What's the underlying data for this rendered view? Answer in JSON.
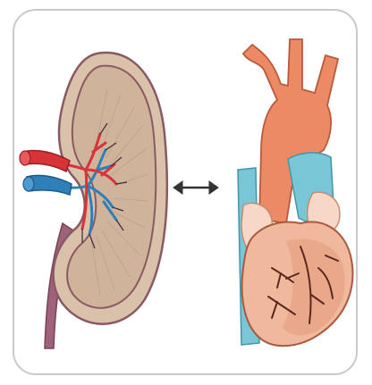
{
  "figure": {
    "subjects": [
      "kidney-illustration",
      "heart-illustration"
    ],
    "connector": "double-headed-arrow",
    "colors": {
      "frame_border": "#c9c9c9",
      "kidney_fill": "#d9c1aa",
      "kidney_outline": "#8a5a64",
      "kidney_inner": "#cfb49b",
      "artery": "#d7343a",
      "vein": "#2f7fb8",
      "ureter": "#a0617a",
      "heart_fill": "#f0b89c",
      "heart_shade": "#e39b7c",
      "aorta": "#ec8a66",
      "vena_cava": "#79c6d6",
      "coronary": "#5a2a1e",
      "arrow": "#333333"
    }
  }
}
